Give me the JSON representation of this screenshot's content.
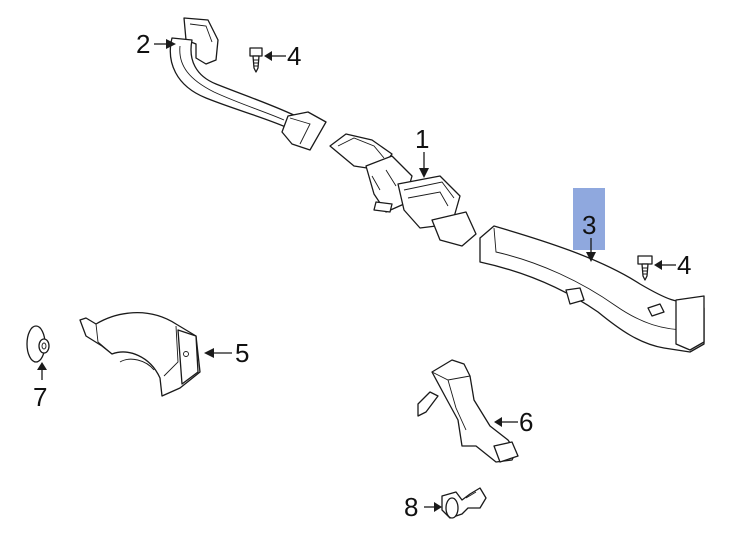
{
  "diagram": {
    "highlight_color": "#8fa8de",
    "callouts": {
      "c1": "1",
      "c2": "2",
      "c3": "3",
      "c4a": "4",
      "c4b": "4",
      "c5": "5",
      "c6": "6",
      "c7": "7",
      "c8": "8"
    },
    "parts": [
      "center-duct",
      "left-outlet-duct",
      "right-duct",
      "screw",
      "floor-duct-left",
      "rear-floor-duct",
      "washer-clip",
      "push-pin-clip"
    ]
  }
}
